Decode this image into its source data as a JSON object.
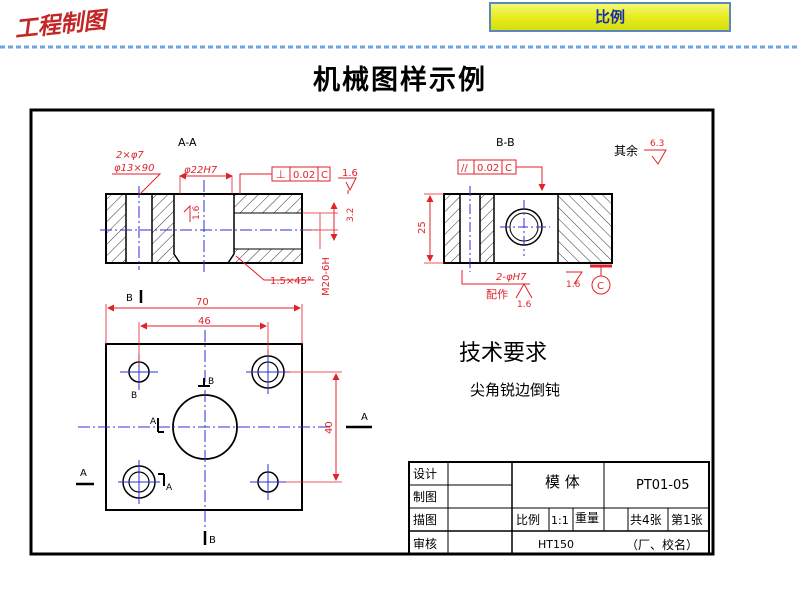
{
  "header": {
    "logo_text": "工程制图",
    "section_tab": "比例",
    "page_title": "机械图样示例"
  },
  "drawing": {
    "views": {
      "section_aa": "A-A",
      "section_bb": "B-B",
      "cut_b": "B",
      "cut_a": "A",
      "hole_b": "B",
      "hole_a": "A"
    },
    "dims": {
      "holes_2": "2×φ7",
      "cbore": "φ13×90",
      "bore": "φ22H7",
      "tol_perp_sym": "⊥",
      "tol_perp_val": "0.02",
      "tol_perp_ref": "C",
      "tol_par_sym": "//",
      "tol_par_val": "0.02",
      "tol_par_ref": "C",
      "rough_1_6_a": "1.6",
      "rough_1_6_b": "1.6",
      "rough_1_6_c": "1.6",
      "rough_1_6_d": "1.6",
      "rough_3_2": "3.2",
      "chamfer": "1.5×45°",
      "thread": "M20-6H",
      "height_25": "25",
      "pin_holes": "2-φH7",
      "assembly": "配作",
      "datum": "C",
      "rest_label": "其余",
      "rest_val": "6.3",
      "width_70": "70",
      "width_46": "46",
      "height_40": "40"
    },
    "requirements": {
      "title": "技术要求",
      "item": "尖角锐边倒钝"
    },
    "title_block": {
      "design": "设计",
      "draw": "制图",
      "trace": "描图",
      "review": "审核",
      "part_name": "模    体",
      "part_no": "PT01-05",
      "scale_label": "比例",
      "scale_val": "1:1",
      "weight_label": "重量",
      "sheets_total": "共4张",
      "sheet_no": "第1张",
      "material": "HT150",
      "org": "（厂、校名）"
    }
  }
}
